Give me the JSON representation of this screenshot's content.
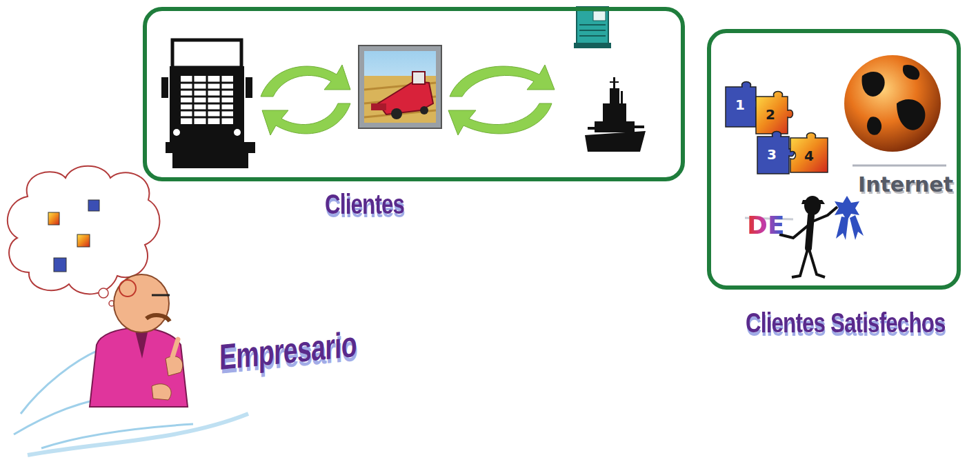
{
  "diagram": {
    "nodes": [
      {
        "text": [
          "Clientes"
        ]
      },
      {
        "text": [
          "Clientes Satisfechos",
          "Internet",
          "DE"
        ]
      }
    ],
    "labels": [
      "1",
      "2",
      "3",
      "4",
      "Empresario"
    ]
  }
}
